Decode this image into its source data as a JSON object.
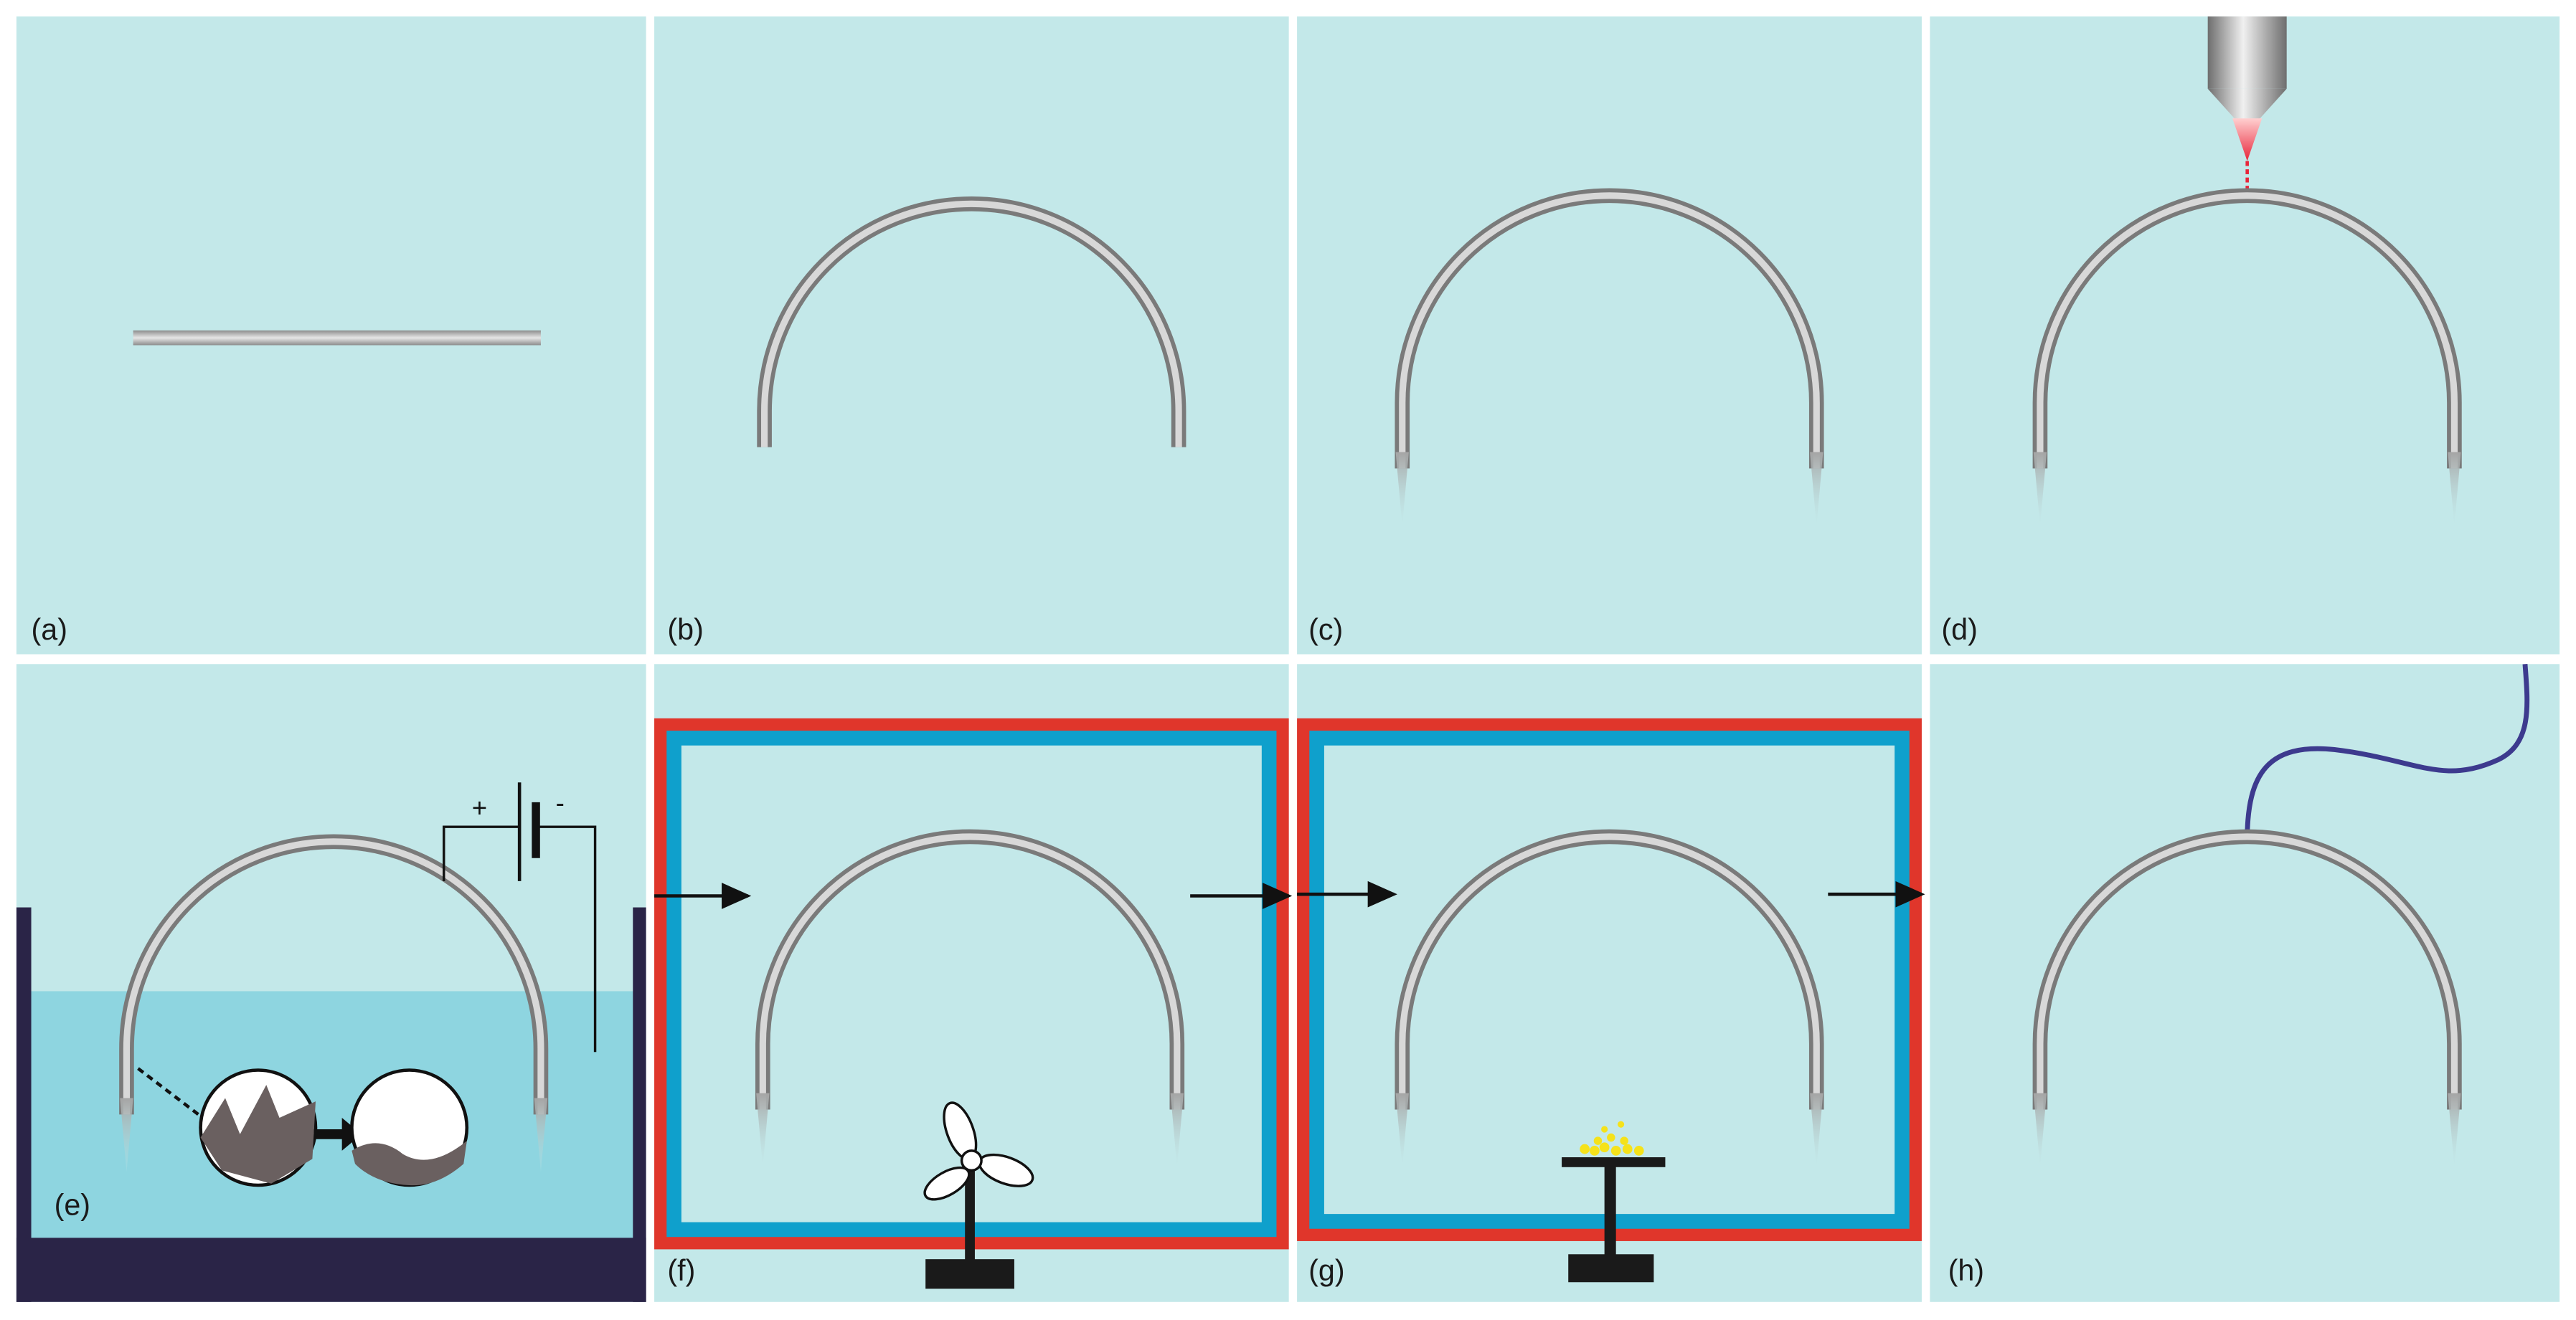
{
  "panels": [
    {
      "label": "(a)",
      "stage": "straight-wire"
    },
    {
      "label": "(b)",
      "stage": "bent-arc"
    },
    {
      "label": "(c)",
      "stage": "sharpened-tips"
    },
    {
      "label": "(d)",
      "stage": "laser-drilling"
    },
    {
      "label": "(e)",
      "stage": "electropolishing"
    },
    {
      "label": "(f)",
      "stage": "drying-with-fan"
    },
    {
      "label": "(g)",
      "stage": "heating"
    },
    {
      "label": "(h)",
      "stage": "suture-attached"
    }
  ],
  "battery": {
    "plus": "+",
    "minus": "-"
  },
  "colors": {
    "panel_bg": "#c3e8e9",
    "electrolyte": "#8ed5e0",
    "tank": "#2a2447",
    "frame_outer": "#e0362b",
    "frame_inner": "#0fa0cc",
    "heater_material": "#f5e21a",
    "suture": "#3d3a8e",
    "laser": "#e8253a"
  },
  "icons": [
    "fan-icon",
    "hot-plate-icon",
    "laser-nozzle-icon",
    "battery-icon",
    "magnify-circle-icon"
  ]
}
